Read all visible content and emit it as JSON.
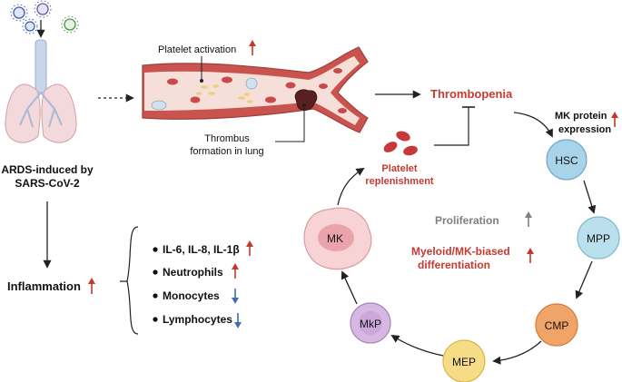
{
  "labels": {
    "ards_line1": "ARDS-induced by",
    "ards_line2": "SARS-CoV-2",
    "inflammation": "Inflammation",
    "platelet_activation": "Platelet activation",
    "thrombus_line1": "Thrombus",
    "thrombus_line2": "formation in lung",
    "thrombopenia": "Thrombopenia",
    "mk_protein_line1": "MK protein",
    "mk_protein_line2": "expression",
    "platelet_repl_line1": "Platelet",
    "platelet_repl_line2": "replenishment",
    "proliferation": "Proliferation",
    "myeloid_line1": "Myeloid/MK-biased",
    "myeloid_line2": "differentiation"
  },
  "markers": [
    {
      "label": "IL-6, IL-8, IL-1β",
      "direction": "up"
    },
    {
      "label": "Neutrophils",
      "direction": "up"
    },
    {
      "label": "Monocytes",
      "direction": "down"
    },
    {
      "label": "Lymphocytes",
      "direction": "down"
    }
  ],
  "cells": [
    {
      "label": "HSC",
      "color": "#a9d3e8"
    },
    {
      "label": "MPP",
      "color": "#b9e0ec"
    },
    {
      "label": "CMP",
      "color": "#f0a468"
    },
    {
      "label": "MEP",
      "color": "#f6dc86"
    },
    {
      "label": "MkP",
      "color": "#d7b8e3"
    },
    {
      "label": "MK",
      "color": "#f2b7bd"
    }
  ],
  "colors": {
    "up_arrow": "#c0392b",
    "down_arrow": "#3f6db3",
    "accent_red": "#c63a32",
    "gray_text": "#808080",
    "vessel": "#c9544f"
  }
}
